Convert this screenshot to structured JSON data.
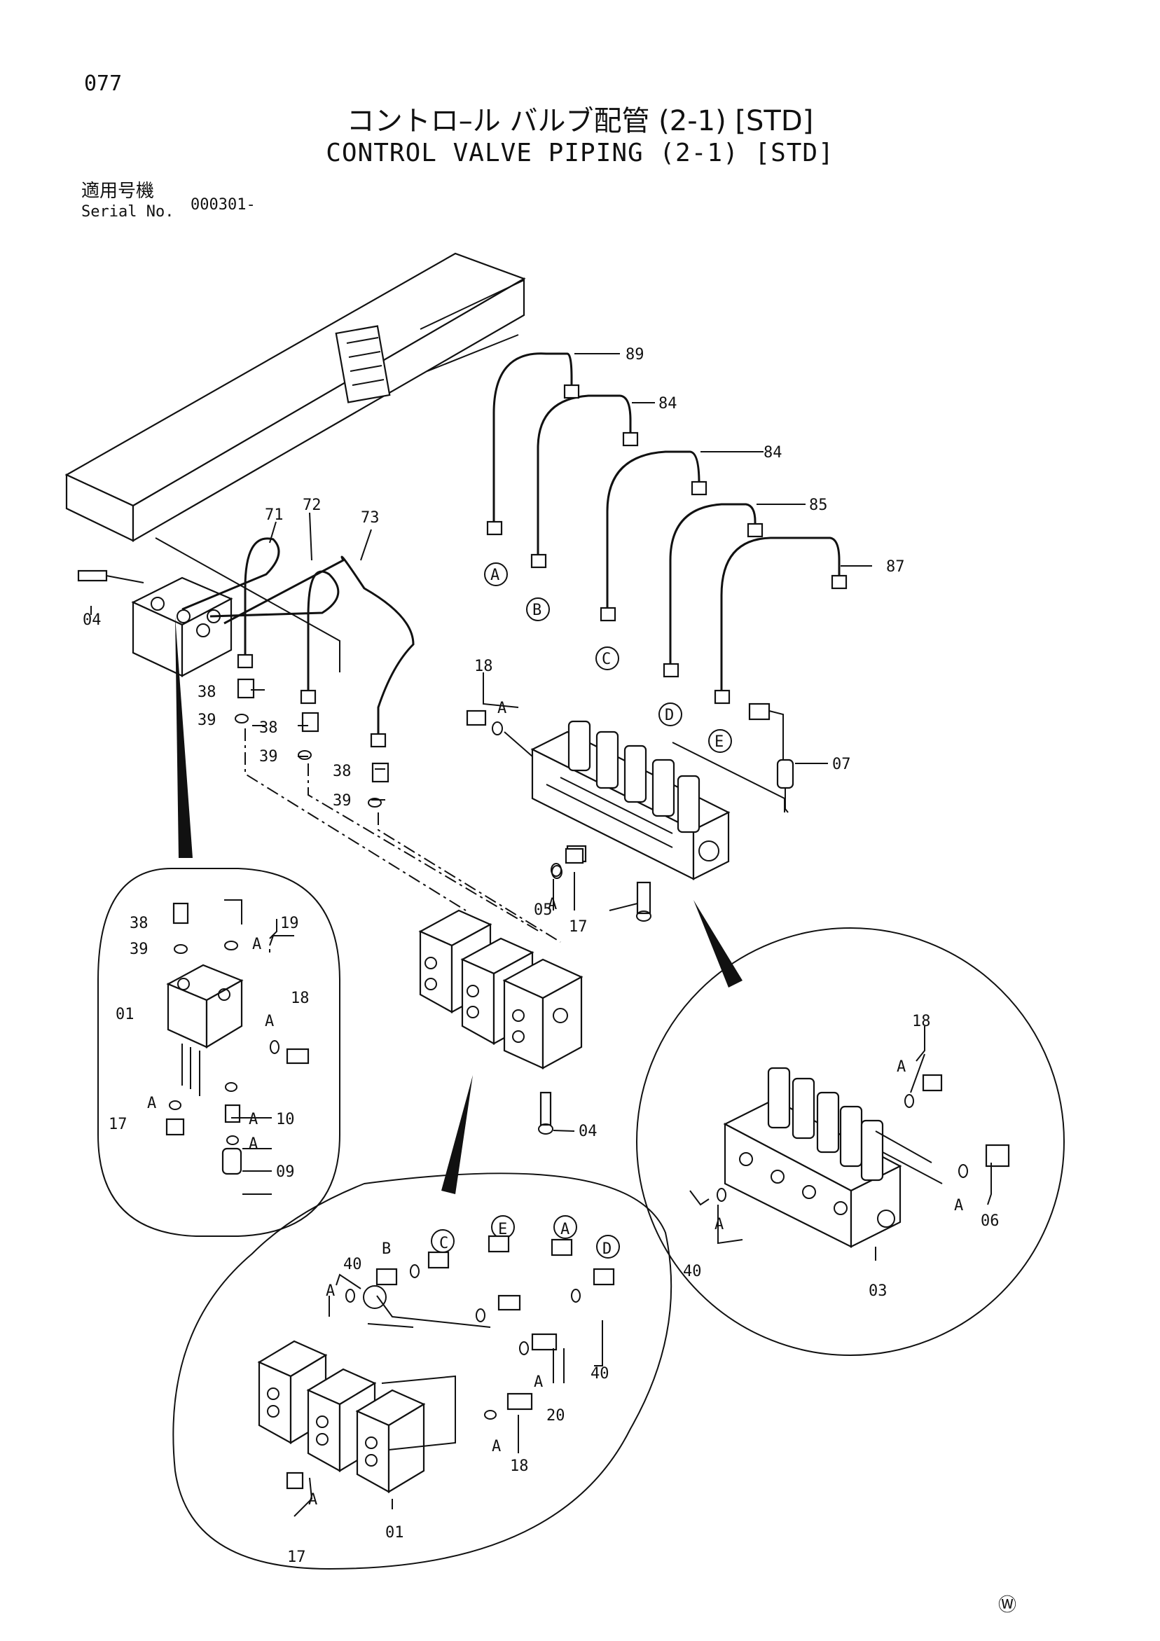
{
  "header": {
    "page_number": "077",
    "title_jp": "コントロ–ル バルブ配管 (2-1) [STD]",
    "title_en": "CONTROL VALVE PIPING (2-1) [STD]",
    "serial_label_jp": "適用号機",
    "serial_label_en": "Serial No.",
    "serial_value": "000301-"
  },
  "footer_mark": "Ⓦ",
  "callouts": {
    "c89": "89",
    "c84a": "84",
    "c84b": "84",
    "c85": "85",
    "c87": "87",
    "c71": "71",
    "c72": "72",
    "c73": "73",
    "c04a": "04",
    "c38a": "38",
    "c39a": "39",
    "c38b": "38",
    "c39b": "39",
    "c38c": "38",
    "c39c": "39",
    "c18a": "18",
    "c07": "07",
    "c17a": "17",
    "c05": "05",
    "c04b": "04",
    "d38": "38",
    "d39": "39",
    "d19": "19",
    "d01": "01",
    "d18": "18",
    "d17": "17",
    "d10": "10",
    "d09": "09",
    "e18": "18",
    "e06": "06",
    "e40": "40",
    "e03": "03",
    "f40a": "40",
    "f40b": "40",
    "f20": "20",
    "f18": "18",
    "f17": "17",
    "f01": "01"
  },
  "port_markers": [
    "A",
    "B",
    "C",
    "D",
    "E"
  ],
  "detail_ports": [
    "B",
    "C",
    "E",
    "A",
    "D"
  ],
  "connection_label": "A"
}
